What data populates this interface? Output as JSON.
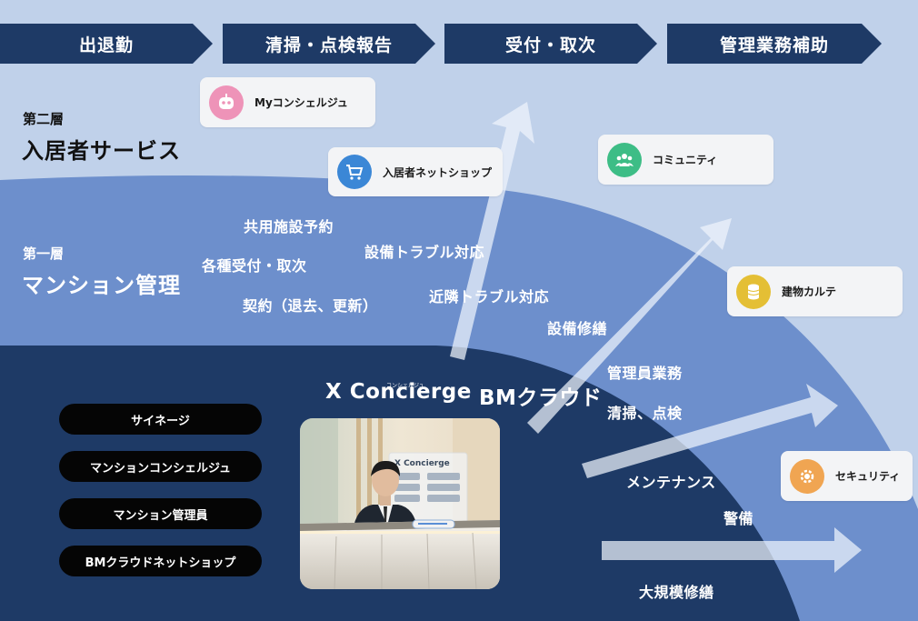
{
  "steps": [
    "出退勤",
    "清掃・点検報告",
    "受付・取次",
    "管理業務補助"
  ],
  "layer2": {
    "label": "第二層",
    "title": "入居者サービス"
  },
  "layer1": {
    "label": "第一層",
    "title": "マンション管理"
  },
  "cards": {
    "concierge": "Myコンシェルジュ",
    "shop": "入居者ネットショップ",
    "community": "コミュニティ",
    "karte": "建物カルテ",
    "security": "セキュリティ"
  },
  "layer1_services": [
    "共用施設予約",
    "各種受付・取次",
    "設備トラブル対応",
    "契約（退去、更新）",
    "近隣トラブル対応"
  ],
  "core_services": [
    "設備修繕",
    "管理員業務",
    "清掃、点検",
    "メンテナンス",
    "警備",
    "大規模修繕"
  ],
  "logos": {
    "x_concierge": "X Concierge",
    "ruby": "コンシェルジュ",
    "bm": "BMクラウド"
  },
  "photo": {
    "monitor_text": "X Concierge"
  },
  "pills": [
    "サイネージ",
    "マンションコンシェルジュ",
    "マンション管理員",
    "BMクラウドネットショップ"
  ],
  "colors": {
    "layer2": "#c0d1ea",
    "layer1": "#6d8fcc",
    "core": "#1e3a66",
    "navy": "#1e3a66",
    "arrow": "#eef4fc"
  }
}
